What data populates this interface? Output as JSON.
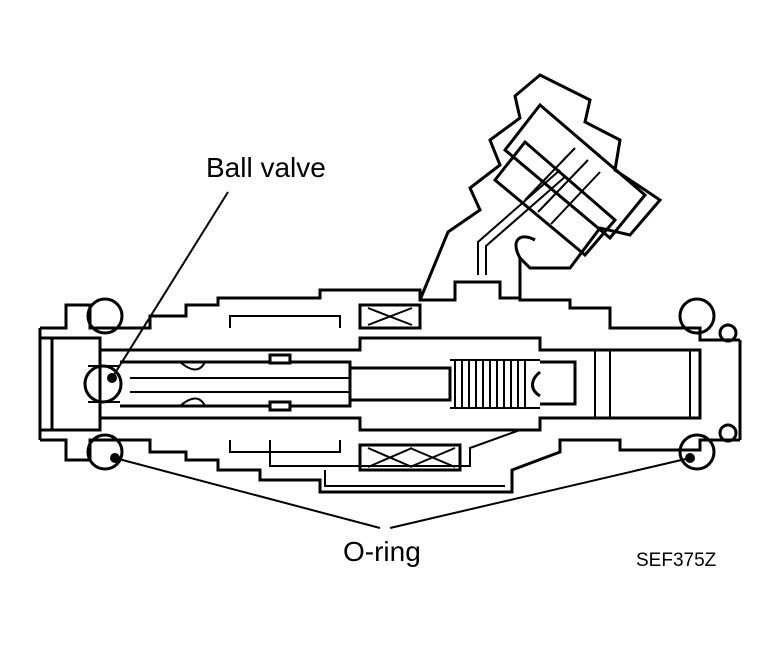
{
  "labels": {
    "ball_valve": "Ball valve",
    "o_ring": "O-ring",
    "figure_code": "SEF375Z"
  }
}
